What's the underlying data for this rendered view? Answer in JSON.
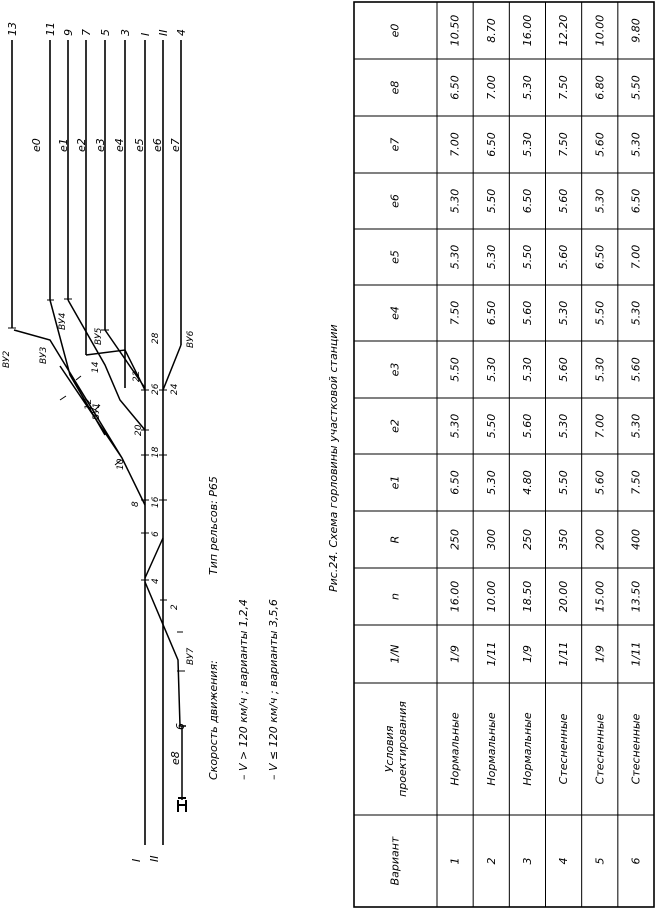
{
  "caption": "Рис.24. Схема горловины участковой станции",
  "rail_type": "Тип рельсов: Р65",
  "speed": {
    "title": "Скорость движения:",
    "line1": "– V > 120 км/ч ;  варианты 1,2,4",
    "line2": "– V ≤ 120 км/ч ;  варианты 3,5,6"
  },
  "scheme": {
    "left_tracks": [
      "I",
      "II"
    ],
    "right_tracks": [
      "13",
      "11",
      "9",
      "7",
      "5",
      "3",
      "I",
      "II",
      "4"
    ],
    "switches": [
      "2",
      "4",
      "6",
      "8",
      "10",
      "12",
      "14",
      "16",
      "18",
      "20",
      "22",
      "24",
      "26",
      "28"
    ],
    "special": [
      "6",
      "e8",
      "ВУ7",
      "ВУ1",
      "ВУ2",
      "ВУ3",
      "ВУ4",
      "ВУ5",
      "ВУ6"
    ],
    "segments": [
      "e0",
      "e1",
      "e2",
      "e3",
      "e4",
      "e5",
      "e6",
      "e7"
    ]
  },
  "table": {
    "headers": [
      "Вариант",
      "Условия проектирования",
      "1/N",
      "n",
      "R",
      "e1",
      "e2",
      "e3",
      "e4",
      "e5",
      "e6",
      "e7",
      "e8",
      "e0"
    ],
    "rows": [
      [
        "1",
        "Нормальные",
        "1/9",
        "16.00",
        "250",
        "6.50",
        "5.30",
        "5.50",
        "7.50",
        "5.30",
        "5.30",
        "7.00",
        "6.50",
        "10.50"
      ],
      [
        "2",
        "Нормальные",
        "1/11",
        "10.00",
        "300",
        "5.30",
        "5.50",
        "5.30",
        "6.50",
        "5.30",
        "5.50",
        "6.50",
        "7.00",
        "8.70"
      ],
      [
        "3",
        "Нормальные",
        "1/9",
        "18.50",
        "250",
        "4.80",
        "5.60",
        "5.30",
        "5.60",
        "5.50",
        "6.50",
        "5.30",
        "5.30",
        "16.00"
      ],
      [
        "4",
        "Стесненные",
        "1/11",
        "20.00",
        "350",
        "5.50",
        "5.30",
        "5.60",
        "5.30",
        "5.60",
        "5.60",
        "7.50",
        "7.50",
        "12.20"
      ],
      [
        "5",
        "Стесненные",
        "1/9",
        "15.00",
        "200",
        "5.60",
        "7.00",
        "5.30",
        "5.50",
        "6.50",
        "5.30",
        "5.60",
        "6.80",
        "10.00"
      ],
      [
        "6",
        "Стесненные",
        "1/11",
        "13.50",
        "400",
        "7.50",
        "5.30",
        "5.60",
        "5.30",
        "7.00",
        "6.50",
        "5.30",
        "5.50",
        "9.80"
      ]
    ]
  }
}
